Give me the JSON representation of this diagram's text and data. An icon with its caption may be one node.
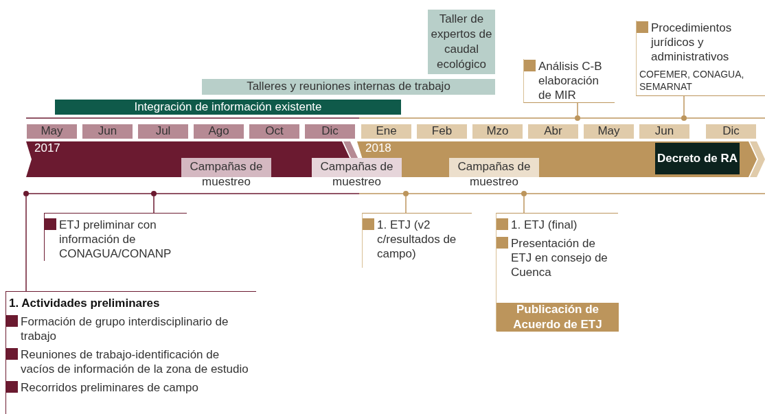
{
  "diagram": {
    "nodes": [
      {
        "text": [
          "Taller de expertos de caudal ecológico"
        ]
      },
      {
        "text": [
          "Procedimientos jurídicos y administrativos",
          "COFEMER, CONAGUA, SEMARNAT"
        ]
      },
      {
        "text": [
          "Análisis C-B elaboración de MIR"
        ]
      },
      {
        "text": [
          "Talleres y reuniones internas de trabajo"
        ]
      },
      {
        "text": [
          "Integración de información existente"
        ]
      },
      {
        "text": [
          "May"
        ]
      },
      {
        "text": [
          "Jun"
        ]
      },
      {
        "text": [
          "Jul"
        ]
      },
      {
        "text": [
          "Ago"
        ]
      },
      {
        "text": [
          "Oct"
        ]
      },
      {
        "text": [
          "Dic"
        ]
      },
      {
        "text": [
          "Ene"
        ]
      },
      {
        "text": [
          "Feb"
        ]
      },
      {
        "text": [
          "Mzo"
        ]
      },
      {
        "text": [
          "Abr"
        ]
      },
      {
        "text": [
          "May"
        ]
      },
      {
        "text": [
          "Jun"
        ]
      },
      {
        "text": [
          "Dic"
        ]
      },
      {
        "text": [
          "2017"
        ]
      },
      {
        "text": [
          "2018"
        ]
      },
      {
        "text": [
          "Decreto de RA"
        ],
        "in": 19
      },
      {
        "text": [
          "Campañas de muestreo"
        ]
      },
      {
        "text": [
          "Campañas de muestreo"
        ]
      },
      {
        "text": [
          "Campañas de muestreo"
        ]
      },
      {
        "text": [
          "ETJ preliminar con información de CONAGUA/CONANP"
        ]
      },
      {
        "text": [
          "1. ETJ (v2 c/resultados de campo)"
        ]
      },
      {
        "text": [
          "1. ETJ (final)",
          "Presentación de ETJ en consejo de Cuenca"
        ]
      },
      {
        "text": [
          "Publicación de Acuerdo de ETJ"
        ],
        "in": 26
      },
      {
        "text": [
          "1. Actividades preliminares",
          "Formación de grupo interdisciplinario de trabajo",
          "Reuniones de trabajo-identificación de vacíos de información de la zona de estudio",
          "Recorridos preliminares de campo"
        ]
      },
      {
        "text": [],
        "shape": "circle"
      },
      {
        "text": [],
        "shape": "circle"
      },
      {
        "text": [],
        "shape": "circle"
      },
      {
        "text": [],
        "shape": "circle"
      },
      {
        "text": [],
        "shape": "circle"
      },
      {
        "text": [],
        "shape": "circle"
      }
    ],
    "edges": [
      {
        "from": 2,
        "to": 29,
        "arrow": "none"
      },
      {
        "from": 1,
        "to": 30,
        "arrow": "none"
      },
      {
        "from": 24,
        "to": 32,
        "arrow": "none",
        "color": "#6b1a30"
      },
      {
        "from": 28,
        "to": 31,
        "arrow": "none",
        "color": "#6b1a30"
      },
      {
        "from": 25,
        "to": 33,
        "arrow": "none"
      },
      {
        "from": 26,
        "to": 34,
        "arrow": "none"
      }
    ]
  }
}
